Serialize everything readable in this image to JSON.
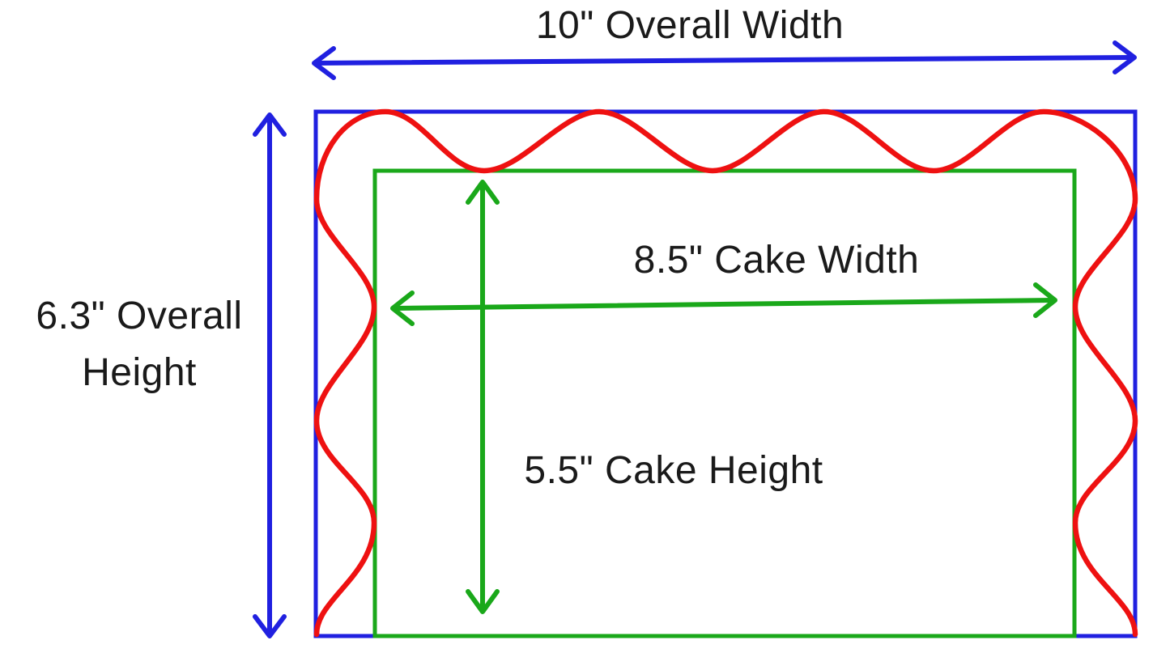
{
  "diagram": {
    "labels": {
      "overall_width": "10\" Overall Width",
      "overall_height_line1": "6.3\" Overall",
      "overall_height_line2": "Height",
      "cake_width": "8.5\" Cake Width",
      "cake_height": "5.5\" Cake Height"
    },
    "dimensions": {
      "overall_width_inches": 10,
      "overall_height_inches": 6.3,
      "cake_width_inches": 8.5,
      "cake_height_inches": 5.5
    },
    "colors": {
      "overall_outline": "#2020E0",
      "cake_outline": "#1AA81A",
      "scallop_border": "#EE1111",
      "label_text": "#1A1A1A",
      "background": "#FFFFFF"
    }
  }
}
